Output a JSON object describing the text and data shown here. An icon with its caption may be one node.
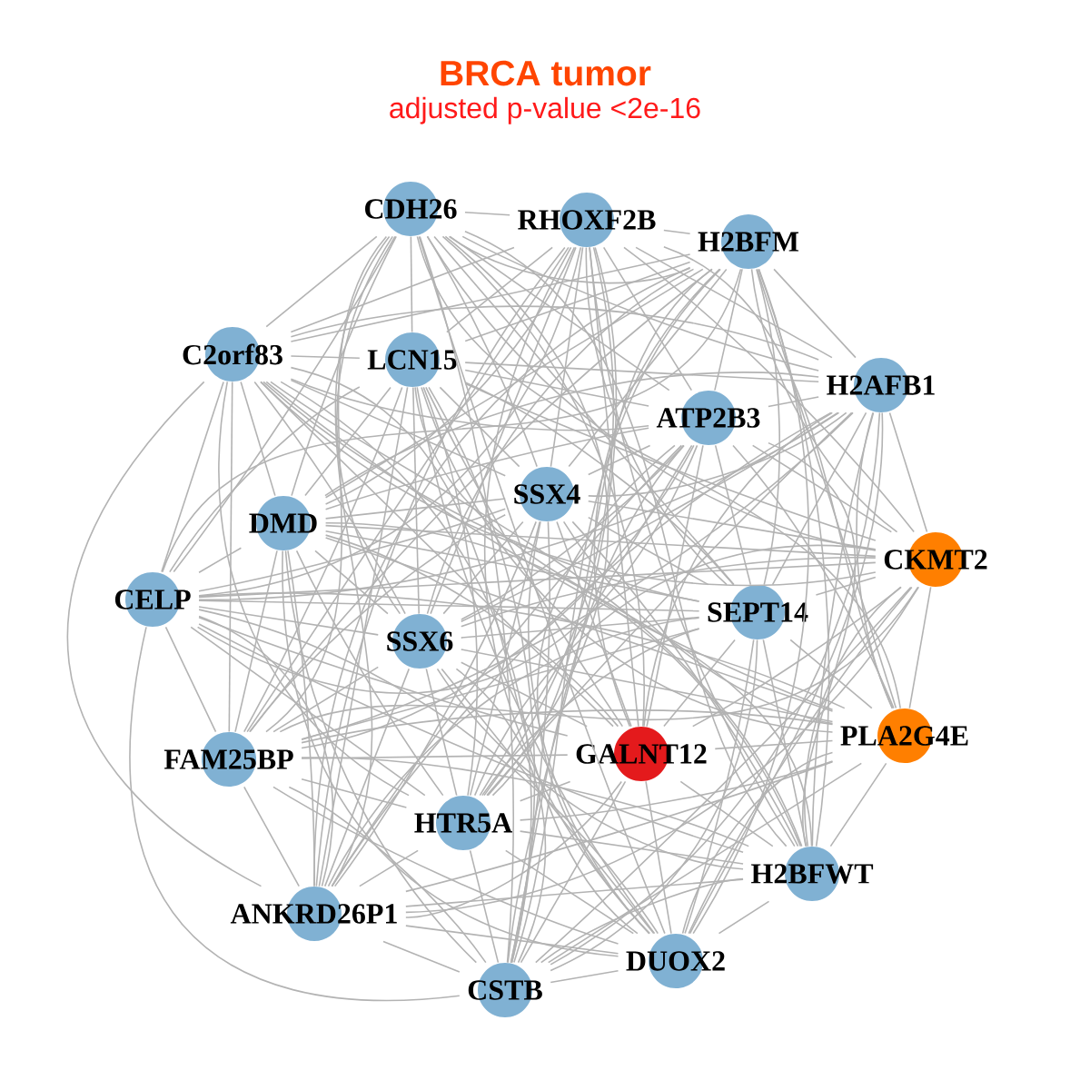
{
  "diagram": {
    "title": "BRCA tumor",
    "nodes": [
      {
        "text": [
          "CDH26"
        ]
      },
      {
        "text": [
          "RHOXF2B"
        ]
      },
      {
        "text": [
          "H2BFM"
        ]
      },
      {
        "text": [
          "C2orf83"
        ]
      },
      {
        "text": [
          "LCN15"
        ]
      },
      {
        "text": [
          "H2AFB1"
        ]
      },
      {
        "text": [
          "ATP2B3"
        ]
      },
      {
        "text": [
          "SSX4"
        ]
      },
      {
        "text": [
          "DMD"
        ]
      },
      {
        "text": [
          "CKMT2"
        ]
      },
      {
        "text": [
          "CELP"
        ]
      },
      {
        "text": [
          "SEPT14"
        ]
      },
      {
        "text": [
          "SSX6"
        ]
      },
      {
        "text": [
          "PLA2G4E"
        ]
      },
      {
        "text": [
          "GALNT12"
        ]
      },
      {
        "text": [
          "FAM25BP"
        ]
      },
      {
        "text": [
          "HTR5A"
        ]
      },
      {
        "text": [
          "H2BFWT"
        ]
      },
      {
        "text": [
          "ANKRD26P1"
        ]
      },
      {
        "text": [
          "DUOX2"
        ]
      },
      {
        "text": [
          "CSTB"
        ]
      }
    ],
    "edges": [
      {
        "from": 0,
        "to": 1,
        "arrow": "none"
      },
      {
        "from": 0,
        "to": 2,
        "arrow": "none"
      },
      {
        "from": 0,
        "to": 3,
        "arrow": "none"
      },
      {
        "from": 0,
        "to": 4,
        "arrow": "none"
      },
      {
        "from": 0,
        "to": 5,
        "arrow": "none"
      },
      {
        "from": 0,
        "to": 6,
        "arrow": "none"
      },
      {
        "from": 0,
        "to": 7,
        "arrow": "none"
      },
      {
        "from": 0,
        "to": 8,
        "arrow": "none"
      },
      {
        "from": 0,
        "to": 9,
        "arrow": "none"
      },
      {
        "from": 0,
        "to": 10,
        "arrow": "none"
      },
      {
        "from": 0,
        "to": 11,
        "arrow": "none"
      },
      {
        "from": 0,
        "to": 12,
        "arrow": "none"
      },
      {
        "from": 0,
        "to": 13,
        "arrow": "none"
      },
      {
        "from": 0,
        "to": 14,
        "arrow": "none"
      },
      {
        "from": 0,
        "to": 15,
        "arrow": "none"
      },
      {
        "from": 0,
        "to": 16,
        "arrow": "none"
      },
      {
        "from": 0,
        "to": 17,
        "arrow": "none"
      },
      {
        "from": 0,
        "to": 18,
        "arrow": "none"
      },
      {
        "from": 0,
        "to": 19,
        "arrow": "none"
      },
      {
        "from": 0,
        "to": 20,
        "arrow": "none"
      },
      {
        "from": 1,
        "to": 2,
        "arrow": "none"
      },
      {
        "from": 1,
        "to": 3,
        "arrow": "none"
      },
      {
        "from": 1,
        "to": 4,
        "arrow": "none"
      },
      {
        "from": 1,
        "to": 5,
        "arrow": "none"
      },
      {
        "from": 1,
        "to": 6,
        "arrow": "none"
      },
      {
        "from": 1,
        "to": 7,
        "arrow": "none"
      },
      {
        "from": 1,
        "to": 8,
        "arrow": "none"
      },
      {
        "from": 1,
        "to": 9,
        "arrow": "none"
      },
      {
        "from": 1,
        "to": 10,
        "arrow": "none"
      },
      {
        "from": 1,
        "to": 11,
        "arrow": "none"
      },
      {
        "from": 1,
        "to": 12,
        "arrow": "none"
      },
      {
        "from": 1,
        "to": 13,
        "arrow": "none"
      },
      {
        "from": 1,
        "to": 14,
        "arrow": "none"
      },
      {
        "from": 1,
        "to": 15,
        "arrow": "none"
      },
      {
        "from": 1,
        "to": 16,
        "arrow": "none"
      },
      {
        "from": 1,
        "to": 17,
        "arrow": "none"
      },
      {
        "from": 1,
        "to": 18,
        "arrow": "none"
      },
      {
        "from": 1,
        "to": 19,
        "arrow": "none"
      },
      {
        "from": 1,
        "to": 20,
        "arrow": "none"
      },
      {
        "from": 2,
        "to": 3,
        "arrow": "none"
      },
      {
        "from": 2,
        "to": 4,
        "arrow": "none"
      },
      {
        "from": 2,
        "to": 5,
        "arrow": "none"
      },
      {
        "from": 2,
        "to": 6,
        "arrow": "none"
      },
      {
        "from": 2,
        "to": 7,
        "arrow": "none"
      },
      {
        "from": 2,
        "to": 8,
        "arrow": "none"
      },
      {
        "from": 2,
        "to": 9,
        "arrow": "none"
      },
      {
        "from": 2,
        "to": 10,
        "arrow": "none"
      },
      {
        "from": 2,
        "to": 11,
        "arrow": "none"
      },
      {
        "from": 2,
        "to": 12,
        "arrow": "none"
      },
      {
        "from": 2,
        "to": 13,
        "arrow": "none"
      },
      {
        "from": 2,
        "to": 14,
        "arrow": "none"
      },
      {
        "from": 2,
        "to": 15,
        "arrow": "none"
      },
      {
        "from": 2,
        "to": 16,
        "arrow": "none"
      },
      {
        "from": 2,
        "to": 17,
        "arrow": "none"
      },
      {
        "from": 2,
        "to": 18,
        "arrow": "none"
      },
      {
        "from": 2,
        "to": 19,
        "arrow": "none"
      },
      {
        "from": 2,
        "to": 20,
        "arrow": "none"
      },
      {
        "from": 3,
        "to": 4,
        "arrow": "none"
      },
      {
        "from": 3,
        "to": 5,
        "arrow": "none"
      },
      {
        "from": 3,
        "to": 6,
        "arrow": "none"
      },
      {
        "from": 3,
        "to": 7,
        "arrow": "none"
      },
      {
        "from": 3,
        "to": 8,
        "arrow": "none"
      },
      {
        "from": 3,
        "to": 9,
        "arrow": "none"
      },
      {
        "from": 3,
        "to": 10,
        "arrow": "none"
      },
      {
        "from": 3,
        "to": 11,
        "arrow": "none"
      },
      {
        "from": 3,
        "to": 12,
        "arrow": "none"
      },
      {
        "from": 3,
        "to": 13,
        "arrow": "none"
      },
      {
        "from": 3,
        "to": 14,
        "arrow": "none"
      },
      {
        "from": 3,
        "to": 15,
        "arrow": "none"
      },
      {
        "from": 3,
        "to": 16,
        "arrow": "none"
      },
      {
        "from": 3,
        "to": 17,
        "arrow": "none"
      },
      {
        "from": 3,
        "to": 18,
        "arrow": "none"
      },
      {
        "from": 3,
        "to": 19,
        "arrow": "none"
      },
      {
        "from": 3,
        "to": 20,
        "arrow": "none"
      },
      {
        "from": 4,
        "to": 5,
        "arrow": "none"
      },
      {
        "from": 4,
        "to": 6,
        "arrow": "none"
      },
      {
        "from": 4,
        "to": 7,
        "arrow": "none"
      },
      {
        "from": 4,
        "to": 8,
        "arrow": "none"
      },
      {
        "from": 4,
        "to": 9,
        "arrow": "none"
      },
      {
        "from": 4,
        "to": 10,
        "arrow": "none"
      },
      {
        "from": 4,
        "to": 11,
        "arrow": "none"
      },
      {
        "from": 4,
        "to": 12,
        "arrow": "none"
      },
      {
        "from": 4,
        "to": 13,
        "arrow": "none"
      },
      {
        "from": 4,
        "to": 14,
        "arrow": "none"
      },
      {
        "from": 4,
        "to": 15,
        "arrow": "none"
      },
      {
        "from": 4,
        "to": 16,
        "arrow": "none"
      },
      {
        "from": 4,
        "to": 17,
        "arrow": "none"
      },
      {
        "from": 4,
        "to": 18,
        "arrow": "none"
      },
      {
        "from": 4,
        "to": 19,
        "arrow": "none"
      },
      {
        "from": 4,
        "to": 20,
        "arrow": "none"
      },
      {
        "from": 5,
        "to": 6,
        "arrow": "none"
      },
      {
        "from": 5,
        "to": 7,
        "arrow": "none"
      },
      {
        "from": 5,
        "to": 8,
        "arrow": "none"
      },
      {
        "from": 5,
        "to": 9,
        "arrow": "none"
      },
      {
        "from": 5,
        "to": 10,
        "arrow": "none"
      },
      {
        "from": 5,
        "to": 11,
        "arrow": "none"
      },
      {
        "from": 5,
        "to": 12,
        "arrow": "none"
      },
      {
        "from": 5,
        "to": 13,
        "arrow": "none"
      },
      {
        "from": 5,
        "to": 14,
        "arrow": "none"
      },
      {
        "from": 5,
        "to": 15,
        "arrow": "none"
      },
      {
        "from": 5,
        "to": 16,
        "arrow": "none"
      },
      {
        "from": 5,
        "to": 17,
        "arrow": "none"
      },
      {
        "from": 5,
        "to": 18,
        "arrow": "none"
      },
      {
        "from": 5,
        "to": 19,
        "arrow": "none"
      },
      {
        "from": 5,
        "to": 20,
        "arrow": "none"
      },
      {
        "from": 6,
        "to": 7,
        "arrow": "none"
      },
      {
        "from": 6,
        "to": 8,
        "arrow": "none"
      },
      {
        "from": 6,
        "to": 9,
        "arrow": "none"
      },
      {
        "from": 6,
        "to": 10,
        "arrow": "none"
      },
      {
        "from": 6,
        "to": 11,
        "arrow": "none"
      },
      {
        "from": 6,
        "to": 12,
        "arrow": "none"
      },
      {
        "from": 6,
        "to": 13,
        "arrow": "none"
      },
      {
        "from": 6,
        "to": 14,
        "arrow": "none"
      },
      {
        "from": 6,
        "to": 15,
        "arrow": "none"
      },
      {
        "from": 6,
        "to": 16,
        "arrow": "none"
      },
      {
        "from": 6,
        "to": 17,
        "arrow": "none"
      },
      {
        "from": 6,
        "to": 18,
        "arrow": "none"
      },
      {
        "from": 6,
        "to": 19,
        "arrow": "none"
      },
      {
        "from": 6,
        "to": 20,
        "arrow": "none"
      },
      {
        "from": 7,
        "to": 8,
        "arrow": "none"
      },
      {
        "from": 7,
        "to": 9,
        "arrow": "none"
      },
      {
        "from": 7,
        "to": 10,
        "arrow": "none"
      },
      {
        "from": 7,
        "to": 11,
        "arrow": "none"
      },
      {
        "from": 7,
        "to": 12,
        "arrow": "none"
      },
      {
        "from": 7,
        "to": 13,
        "arrow": "none"
      },
      {
        "from": 7,
        "to": 14,
        "arrow": "none"
      },
      {
        "from": 7,
        "to": 15,
        "arrow": "none"
      },
      {
        "from": 7,
        "to": 16,
        "arrow": "none"
      },
      {
        "from": 7,
        "to": 17,
        "arrow": "none"
      },
      {
        "from": 7,
        "to": 18,
        "arrow": "none"
      },
      {
        "from": 7,
        "to": 19,
        "arrow": "none"
      },
      {
        "from": 7,
        "to": 20,
        "arrow": "none"
      },
      {
        "from": 8,
        "to": 9,
        "arrow": "none"
      },
      {
        "from": 8,
        "to": 10,
        "arrow": "none"
      },
      {
        "from": 8,
        "to": 11,
        "arrow": "none"
      },
      {
        "from": 8,
        "to": 12,
        "arrow": "none"
      },
      {
        "from": 8,
        "to": 13,
        "arrow": "none"
      },
      {
        "from": 8,
        "to": 14,
        "arrow": "none"
      },
      {
        "from": 8,
        "to": 15,
        "arrow": "none"
      },
      {
        "from": 8,
        "to": 16,
        "arrow": "none"
      },
      {
        "from": 8,
        "to": 17,
        "arrow": "none"
      },
      {
        "from": 8,
        "to": 18,
        "arrow": "none"
      },
      {
        "from": 8,
        "to": 19,
        "arrow": "none"
      },
      {
        "from": 8,
        "to": 20,
        "arrow": "none"
      },
      {
        "from": 9,
        "to": 10,
        "arrow": "none"
      },
      {
        "from": 9,
        "to": 11,
        "arrow": "none"
      },
      {
        "from": 9,
        "to": 12,
        "arrow": "none"
      },
      {
        "from": 9,
        "to": 13,
        "arrow": "none"
      },
      {
        "from": 9,
        "to": 14,
        "arrow": "none"
      },
      {
        "from": 9,
        "to": 15,
        "arrow": "none"
      },
      {
        "from": 9,
        "to": 16,
        "arrow": "none"
      },
      {
        "from": 9,
        "to": 17,
        "arrow": "none"
      },
      {
        "from": 9,
        "to": 18,
        "arrow": "none"
      },
      {
        "from": 9,
        "to": 19,
        "arrow": "none"
      },
      {
        "from": 9,
        "to": 20,
        "arrow": "none"
      },
      {
        "from": 10,
        "to": 11,
        "arrow": "none"
      },
      {
        "from": 10,
        "to": 12,
        "arrow": "none"
      },
      {
        "from": 10,
        "to": 13,
        "arrow": "none"
      },
      {
        "from": 10,
        "to": 14,
        "arrow": "none"
      },
      {
        "from": 10,
        "to": 15,
        "arrow": "none"
      },
      {
        "from": 10,
        "to": 16,
        "arrow": "none"
      },
      {
        "from": 10,
        "to": 17,
        "arrow": "none"
      },
      {
        "from": 10,
        "to": 18,
        "arrow": "none"
      },
      {
        "from": 10,
        "to": 19,
        "arrow": "none"
      },
      {
        "from": 10,
        "to": 20,
        "arrow": "none"
      },
      {
        "from": 11,
        "to": 12,
        "arrow": "none"
      },
      {
        "from": 11,
        "to": 13,
        "arrow": "none"
      },
      {
        "from": 11,
        "to": 14,
        "arrow": "none"
      },
      {
        "from": 11,
        "to": 15,
        "arrow": "none"
      },
      {
        "from": 11,
        "to": 16,
        "arrow": "none"
      },
      {
        "from": 11,
        "to": 17,
        "arrow": "none"
      },
      {
        "from": 11,
        "to": 18,
        "arrow": "none"
      },
      {
        "from": 11,
        "to": 19,
        "arrow": "none"
      },
      {
        "from": 11,
        "to": 20,
        "arrow": "none"
      },
      {
        "from": 12,
        "to": 13,
        "arrow": "none"
      },
      {
        "from": 12,
        "to": 14,
        "arrow": "none"
      },
      {
        "from": 12,
        "to": 15,
        "arrow": "none"
      },
      {
        "from": 12,
        "to": 16,
        "arrow": "none"
      },
      {
        "from": 12,
        "to": 17,
        "arrow": "none"
      },
      {
        "from": 12,
        "to": 18,
        "arrow": "none"
      },
      {
        "from": 12,
        "to": 19,
        "arrow": "none"
      },
      {
        "from": 12,
        "to": 20,
        "arrow": "none"
      },
      {
        "from": 13,
        "to": 14,
        "arrow": "none"
      },
      {
        "from": 13,
        "to": 15,
        "arrow": "none"
      },
      {
        "from": 13,
        "to": 16,
        "arrow": "none"
      },
      {
        "from": 13,
        "to": 17,
        "arrow": "none"
      },
      {
        "from": 13,
        "to": 18,
        "arrow": "none"
      },
      {
        "from": 13,
        "to": 19,
        "arrow": "none"
      },
      {
        "from": 13,
        "to": 20,
        "arrow": "none"
      },
      {
        "from": 14,
        "to": 15,
        "arrow": "none"
      },
      {
        "from": 14,
        "to": 16,
        "arrow": "none"
      },
      {
        "from": 14,
        "to": 17,
        "arrow": "none"
      },
      {
        "from": 14,
        "to": 18,
        "arrow": "none"
      },
      {
        "from": 14,
        "to": 19,
        "arrow": "none"
      },
      {
        "from": 14,
        "to": 20,
        "arrow": "none"
      },
      {
        "from": 15,
        "to": 16,
        "arrow": "none"
      },
      {
        "from": 15,
        "to": 17,
        "arrow": "none"
      },
      {
        "from": 15,
        "to": 18,
        "arrow": "none"
      },
      {
        "from": 15,
        "to": 19,
        "arrow": "none"
      },
      {
        "from": 15,
        "to": 20,
        "arrow": "none"
      },
      {
        "from": 16,
        "to": 17,
        "arrow": "none"
      },
      {
        "from": 16,
        "to": 18,
        "arrow": "none"
      },
      {
        "from": 16,
        "to": 19,
        "arrow": "none"
      },
      {
        "from": 16,
        "to": 20,
        "arrow": "none"
      },
      {
        "from": 17,
        "to": 18,
        "arrow": "none"
      },
      {
        "from": 17,
        "to": 19,
        "arrow": "none"
      },
      {
        "from": 17,
        "to": 20,
        "arrow": "none"
      },
      {
        "from": 18,
        "to": 19,
        "arrow": "none"
      },
      {
        "from": 18,
        "to": 20,
        "arrow": "none"
      },
      {
        "from": 19,
        "to": 20,
        "arrow": "none"
      }
    ],
    "labels": [
      "adjusted p-value <2e-16"
    ]
  }
}
